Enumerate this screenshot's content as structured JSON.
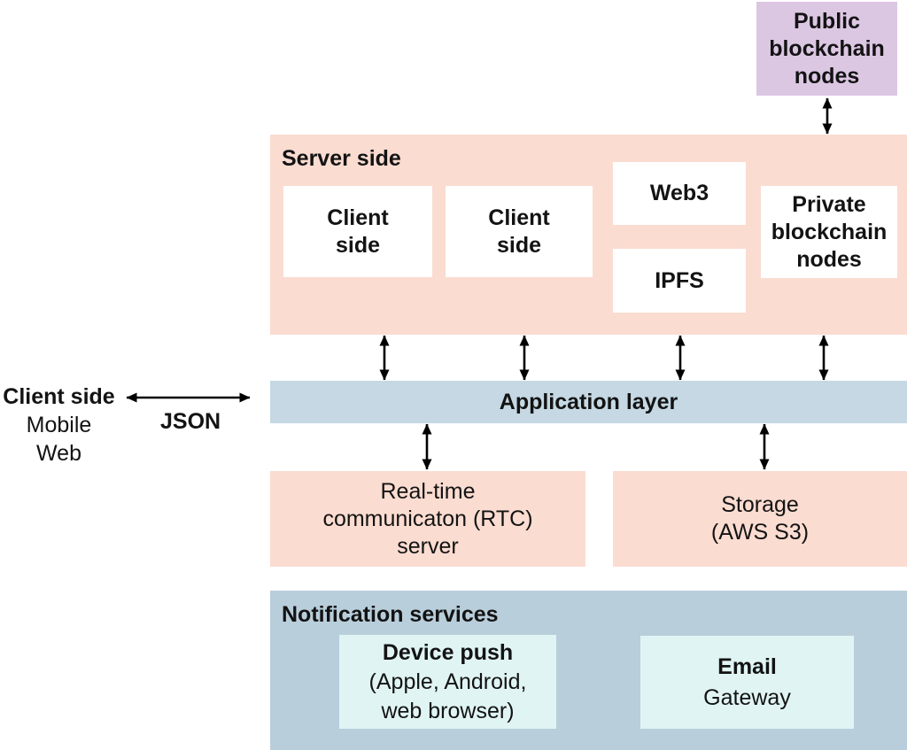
{
  "public_nodes": {
    "lines": [
      "Public",
      "blockchain",
      "nodes"
    ]
  },
  "server": {
    "title": "Server side",
    "client_left": {
      "lines": [
        "Client",
        "side"
      ]
    },
    "client_right": {
      "lines": [
        "Client",
        "side"
      ]
    },
    "web3": {
      "label": "Web3"
    },
    "ipfs": {
      "label": "IPFS"
    },
    "private_nodes": {
      "lines": [
        "Private",
        "blockchain",
        "nodes"
      ]
    }
  },
  "client_side": {
    "title": "Client side",
    "lines": [
      "Mobile",
      "Web"
    ]
  },
  "json_link": {
    "label": "JSON"
  },
  "application_layer": {
    "label": "Application layer"
  },
  "rtc_server": {
    "lines": [
      "Real-time",
      "communicaton (RTC)",
      "server"
    ]
  },
  "storage": {
    "lines": [
      "Storage",
      "(AWS S3)"
    ]
  },
  "notification": {
    "title": "Notification services",
    "device_push": {
      "title": "Device push",
      "lines": [
        "(Apple, Android,",
        "web browser)"
      ]
    },
    "email_gateway": {
      "title": "Email",
      "lines": [
        "Gateway"
      ]
    }
  },
  "colors": {
    "pink": "#fbdcd1",
    "purple": "#dcc7e3",
    "application_layer_blue": "#c5d8e3",
    "notification_blue": "#b9cedb",
    "cyan": "#e0f5f3",
    "arrow": "#000000",
    "text": "#131313"
  }
}
